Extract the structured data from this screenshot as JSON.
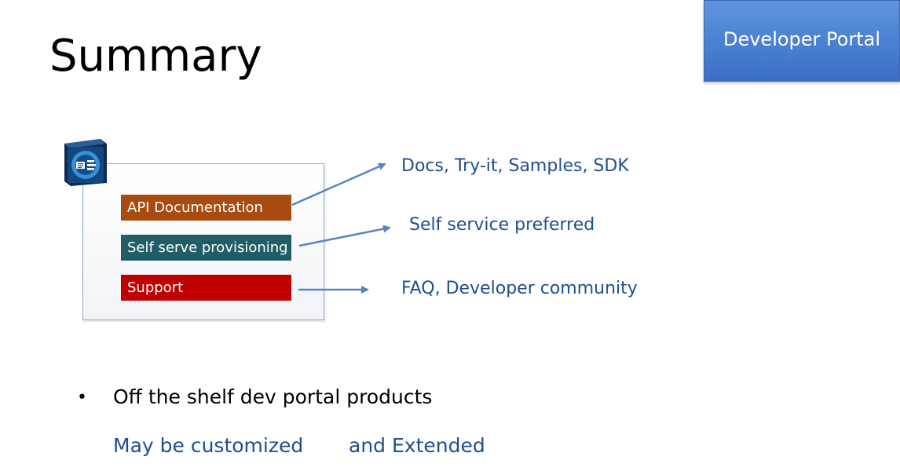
{
  "slide": {
    "title": "Summary",
    "section_tag": "Developer Portal"
  },
  "diagram": {
    "icon": "api-management-icon",
    "features": [
      {
        "label": "API Documentation",
        "color": "#a74b10"
      },
      {
        "label": "Self serve provisioning",
        "color": "#215d67"
      },
      {
        "label": "Support",
        "color": "#c00000"
      }
    ],
    "outcomes": [
      "Docs, Try-it, Samples, SDK",
      "Self service preferred",
      "FAQ, Developer community"
    ],
    "arrow_color": "#5a84c0"
  },
  "bullets": [
    "Off the shelf dev portal products"
  ],
  "notes": {
    "customized": "May be customized",
    "extended": "and Extended"
  },
  "colors": {
    "accent_text": "#1f4e90",
    "tag_background": "#4a7fd1"
  }
}
